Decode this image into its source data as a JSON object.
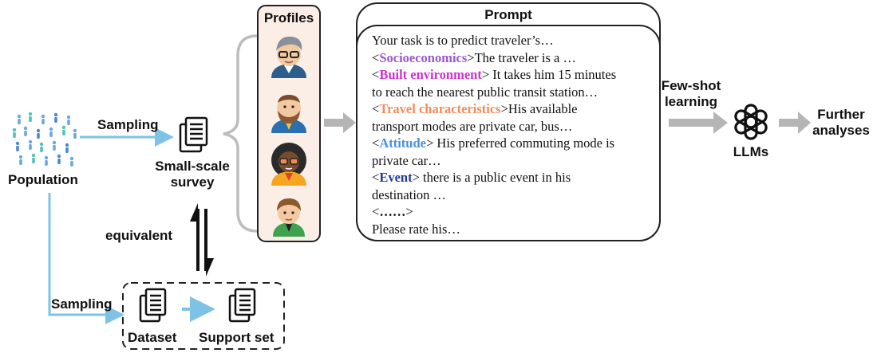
{
  "population": {
    "label": "Population"
  },
  "sampling_top": {
    "label": "Sampling"
  },
  "sampling_bottom": {
    "label": "Sampling"
  },
  "survey": {
    "line1": "Small-scale",
    "line2": "survey"
  },
  "equivalent": {
    "label": "equivalent"
  },
  "profiles": {
    "title": "Profiles"
  },
  "dataset": {
    "label": "Dataset"
  },
  "support_set": {
    "label": "Support set"
  },
  "prompt": {
    "title": "Prompt",
    "line1": "Your task is to predict traveler’s…",
    "line2_kw": "Socioeconomics",
    "line2_rest": ">The traveler is a …",
    "line3_kw": "Built environment",
    "line3_rest": "> It takes him 15 minutes",
    "line4": "to reach the nearest public transit station…",
    "line5_kw": "Travel characteristics",
    "line5_rest": ">His available",
    "line6": "transport modes are  private car, bus…",
    "line7_kw": "Attitude",
    "line7_rest": "> His preferred commuting mode is",
    "line8": "private car…",
    "line9_kw": "Event",
    "line9_rest": "> there is a public event in his",
    "line10": "destination …",
    "line11_kw": "……",
    "line11_rest": ">",
    "line12": "Please rate his…"
  },
  "few_shot": {
    "line1": "Few-shot",
    "line2": "learning"
  },
  "llms": {
    "label": "LLMs"
  },
  "further": {
    "line1": "Further",
    "line2": "analyses"
  },
  "colors": {
    "socioeconomics": "#9b59c9",
    "built_environment": "#cc33cc",
    "travel_characteristics": "#f08c5a",
    "attitude": "#4a90d9",
    "event": "#1f3a93",
    "arrow_blue": "#7ec3e6",
    "arrow_gray": "#b5b5b5",
    "profiles_bg": "#faeee6"
  },
  "icons": [
    "people-cluster-icon",
    "document-icon",
    "person-avatar-icon",
    "openai-logo-icon"
  ]
}
